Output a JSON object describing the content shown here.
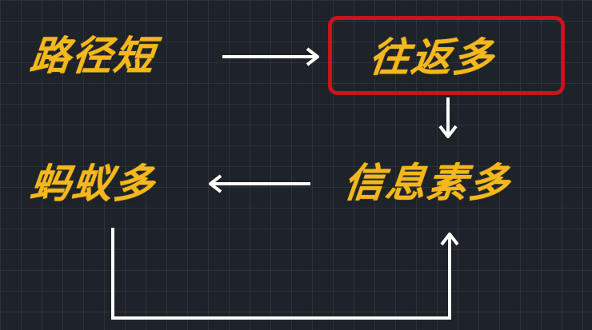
{
  "diagram": {
    "nodes": {
      "short_path": "路径短",
      "more_round_trips": "往返多",
      "more_pheromone": "信息素多",
      "more_ants": "蚂蚁多"
    },
    "edges": [
      {
        "from": "short_path",
        "to": "more_round_trips"
      },
      {
        "from": "more_round_trips",
        "to": "more_pheromone"
      },
      {
        "from": "more_pheromone",
        "to": "more_ants"
      },
      {
        "from": "more_ants",
        "to": "more_pheromone"
      }
    ],
    "highlighted_node": "more_round_trips"
  },
  "colors": {
    "background": "#1e2229",
    "text": "#f4b81c",
    "highlight": "#c8141c",
    "arrows": "#ffffff"
  }
}
